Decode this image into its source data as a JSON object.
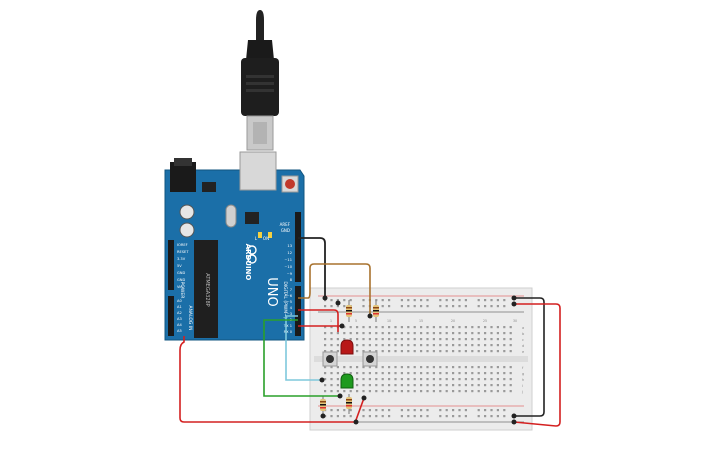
{
  "board": {
    "brand": "ARDUINO",
    "model": "UNO",
    "section_power": "POWER",
    "section_analog": "ANALOG IN",
    "section_digital": "DIGITAL (PWM~)",
    "reset_label": "RESET",
    "tx_label": "TX",
    "rx_label": "RX",
    "l_label": "L",
    "on_label": "ON",
    "aref_label": "AREF",
    "gnd_label": "GND",
    "power_pins": [
      "IOREF",
      "RESET",
      "3.3V",
      "5V",
      "GND",
      "GND",
      "Vin"
    ],
    "analog_pins": [
      "A0",
      "A1",
      "A2",
      "A3",
      "A4",
      "A5"
    ],
    "digital_pins_top": [
      "13",
      "12",
      "~11",
      "~10",
      "~9",
      "8"
    ],
    "digital_pins_bottom": [
      "7",
      "~6",
      "~5",
      "4",
      "~3",
      "2",
      "TX 1",
      "RX 0"
    ],
    "chip_label": "ATMEGA328P"
  },
  "breadboard": {
    "column_numbers": [
      "1",
      "5",
      "10",
      "15",
      "20",
      "25",
      "30"
    ],
    "row_letters_top": [
      "a",
      "b",
      "c",
      "d",
      "e"
    ],
    "row_letters_bottom": [
      "f",
      "g",
      "h",
      "i",
      "j"
    ]
  },
  "colors": {
    "board": "#1b6fa8",
    "wire_red": "#d42020",
    "wire_black": "#222222",
    "wire_green": "#2aa02a",
    "wire_cyan": "#7fc8dc",
    "wire_brown": "#a8722e",
    "led_red": "#b81818",
    "led_green": "#1e9a1e"
  }
}
